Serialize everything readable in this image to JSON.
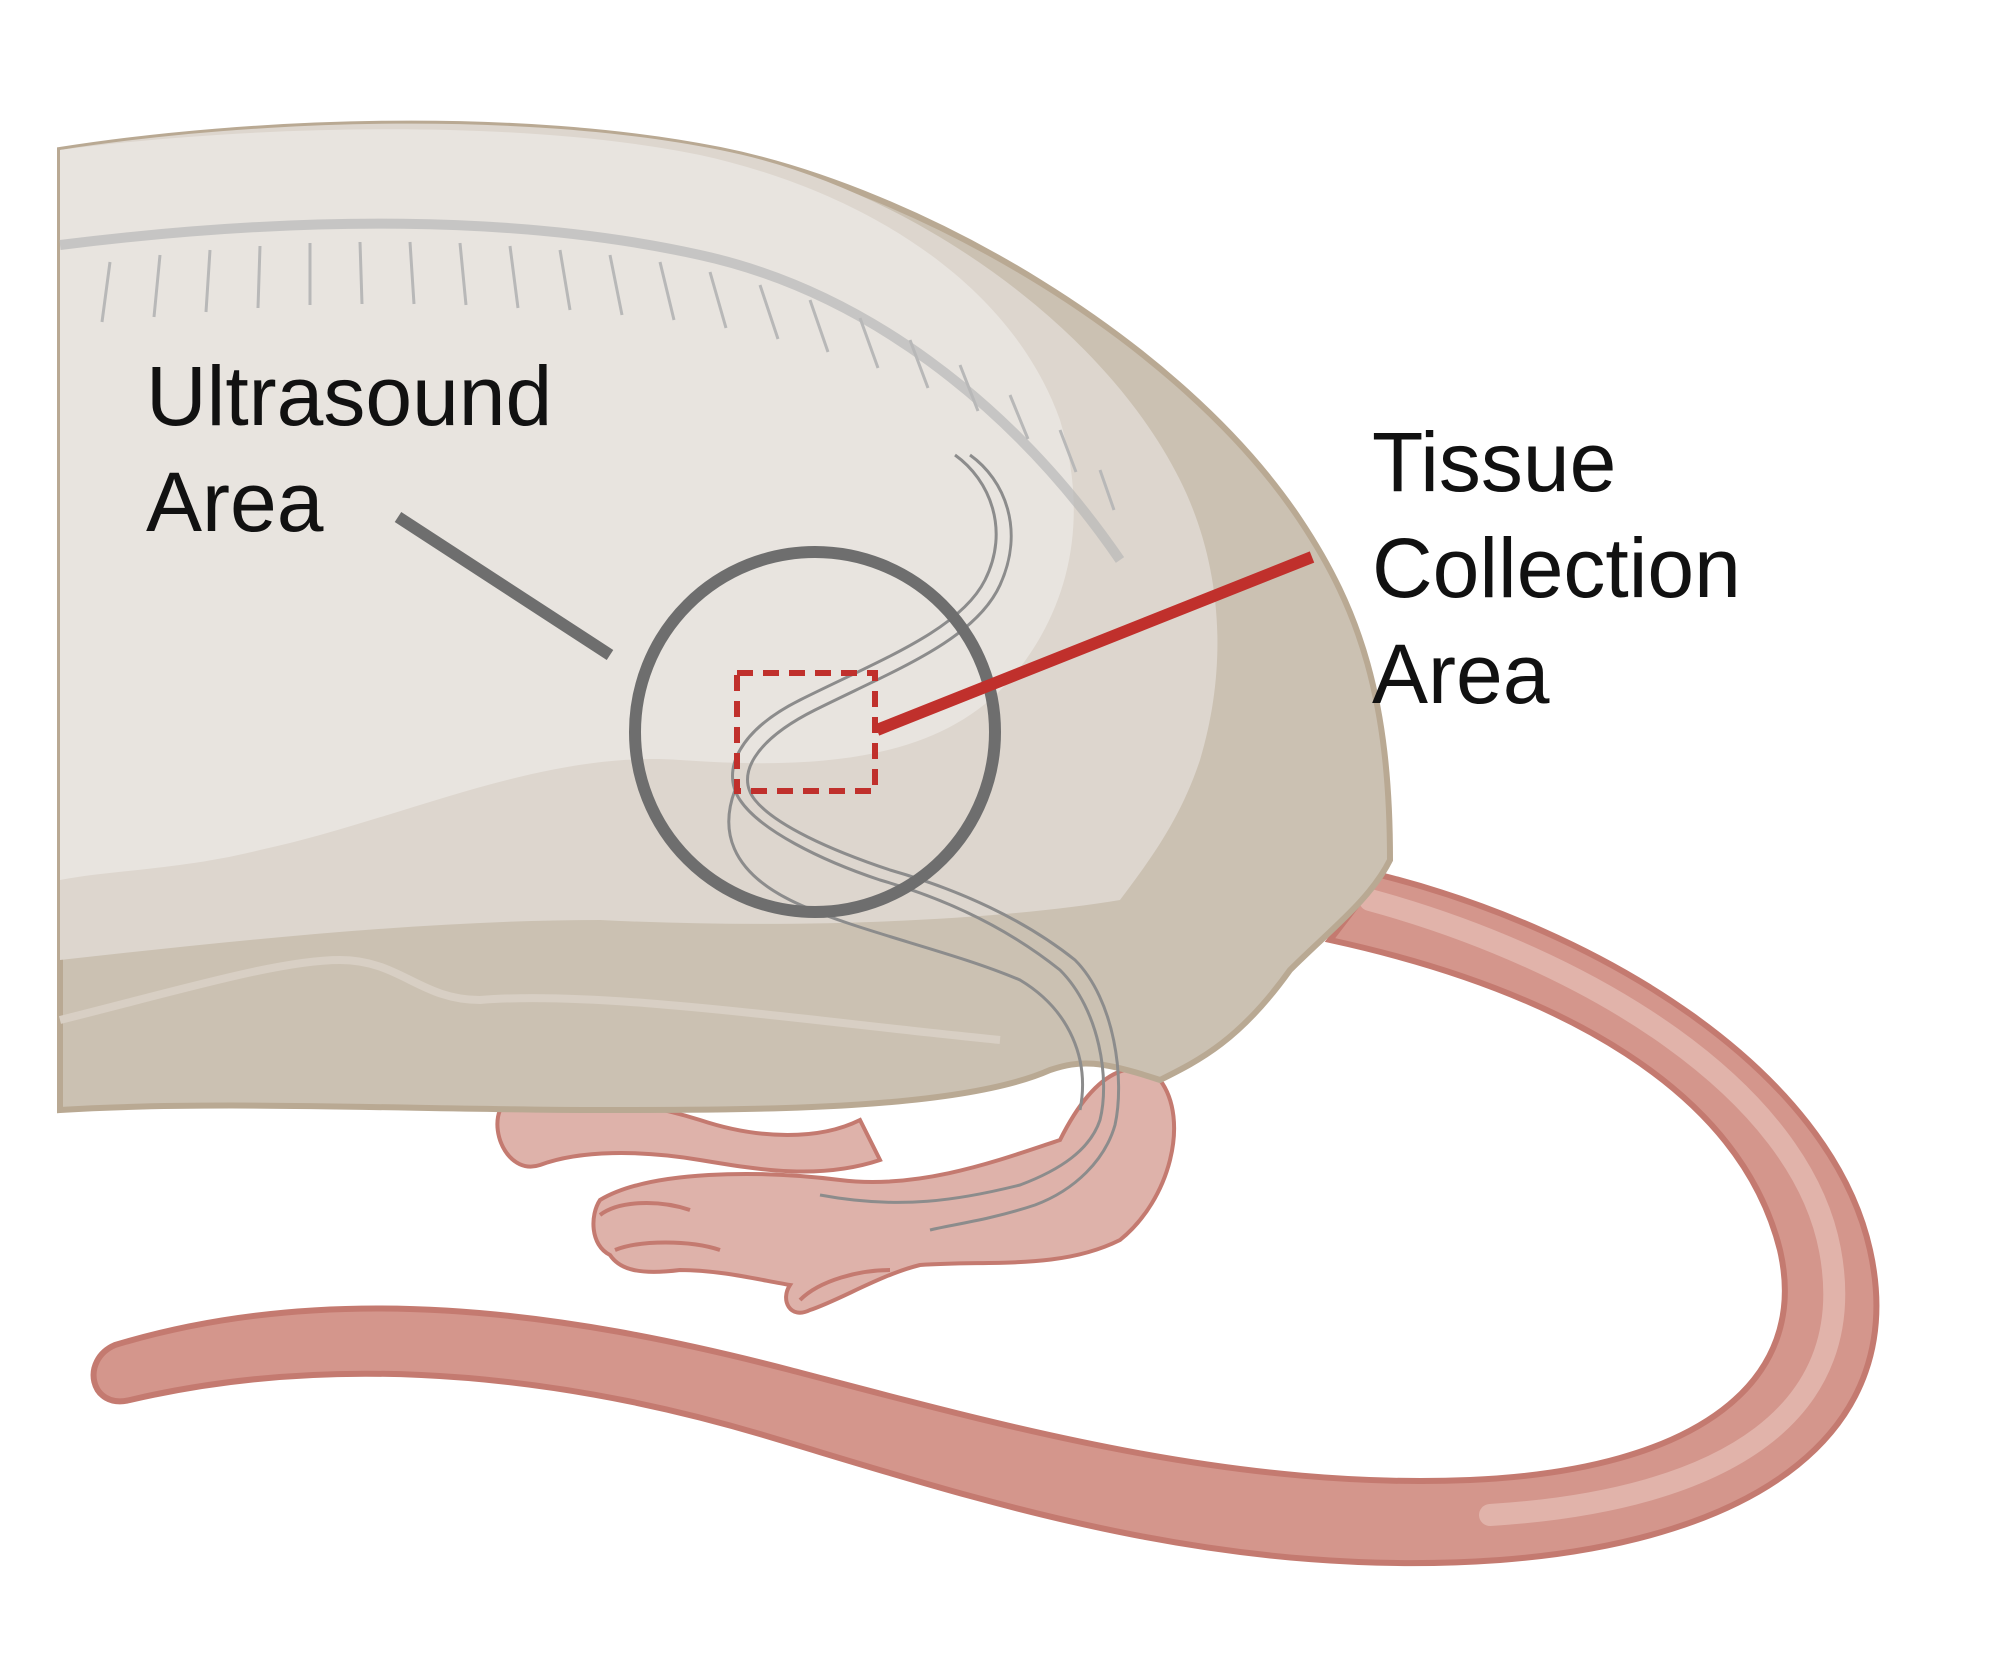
{
  "labels": {
    "ultrasound": [
      "Ultrasound",
      "Area"
    ],
    "tissue": [
      "Tissue",
      "Collection",
      "Area"
    ]
  },
  "colors": {
    "body_light": "#e8e4df",
    "body_mid": "#ddd6ce",
    "body_dark": "#cbc1b2",
    "body_outline": "#b9a993",
    "skin_pink": "#d4968c",
    "skin_pink_light": "#deb2aa",
    "skin_outline": "#c47a70",
    "nerve": "#8c8c8c",
    "ultrasound_marker": "#6e6e6e",
    "tissue_marker": "#c0302c"
  },
  "icons": {
    "ultrasound_marker": "circle-icon",
    "tissue_marker": "dashed-square-icon"
  }
}
